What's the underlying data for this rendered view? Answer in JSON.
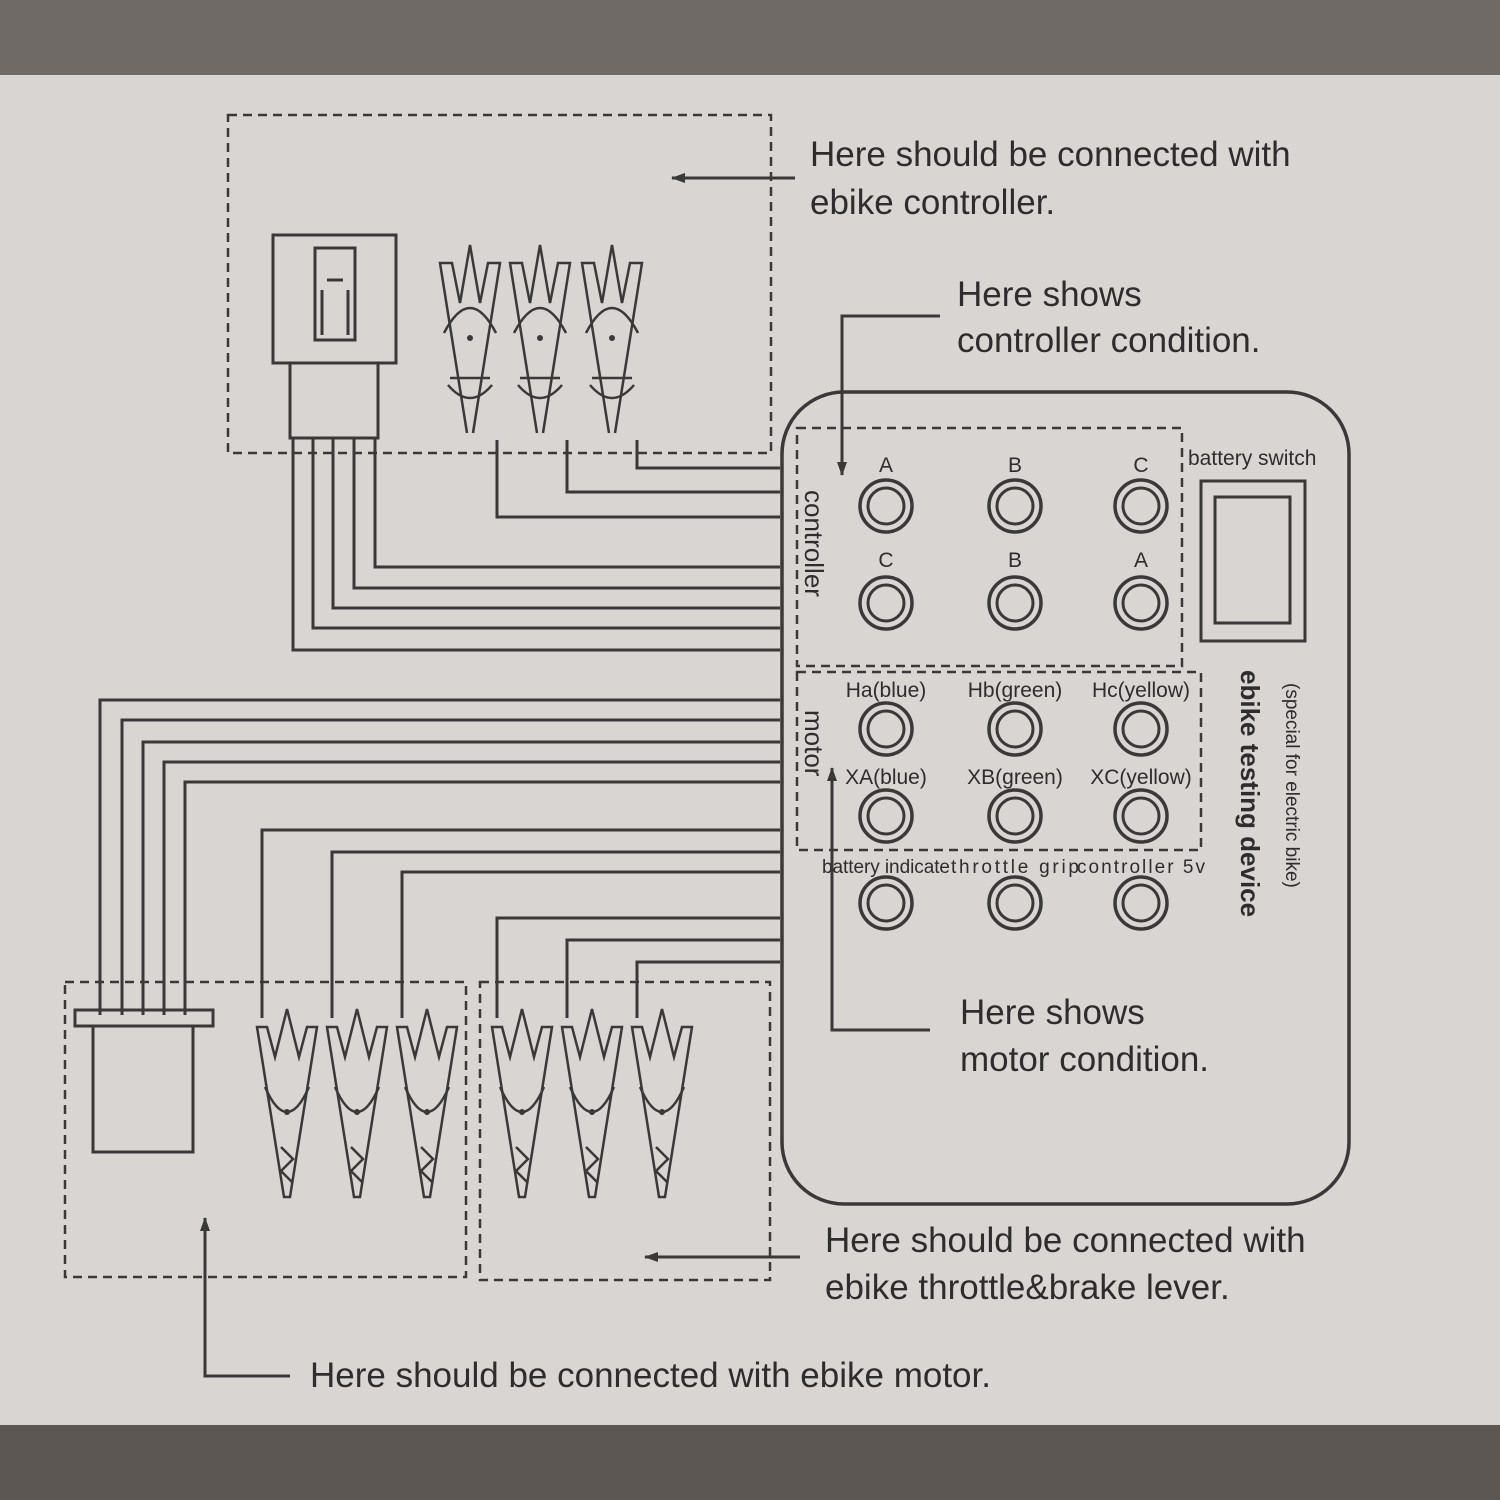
{
  "notes": {
    "controller": [
      "Here should be connected with",
      "ebike controller."
    ],
    "controller_condition": [
      "Here shows",
      "controller condition."
    ],
    "motor_condition": [
      "Here shows",
      "motor condition."
    ],
    "throttle": [
      "Here should be connected with",
      "ebike throttle&brake lever."
    ],
    "motor": "Here should be connected with ebike motor."
  },
  "device": {
    "title": "ebike testing device",
    "subtitle": "(special for electric bike)",
    "battery_switch": "battery switch",
    "controller_section": "controller",
    "motor_section": "motor"
  },
  "ports": [
    [
      "A",
      "B",
      "C"
    ],
    [
      "C",
      "B",
      "A"
    ],
    [
      "Ha(blue)",
      "Hb(green)",
      "Hc(yellow)"
    ],
    [
      "XA(blue)",
      "XB(green)",
      "XC(yellow)"
    ],
    [
      "battery indicate",
      "throttle grip",
      "controller 5v"
    ]
  ]
}
